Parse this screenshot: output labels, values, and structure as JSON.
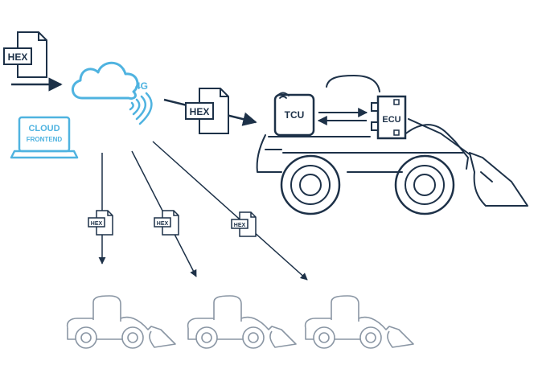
{
  "labels": {
    "hex_file": "HEX",
    "network": "4G",
    "cloud_frontend_line1": "CLOUD",
    "cloud_frontend_line2": "FRONTEND",
    "tcu": "TCU",
    "ecu": "ECU"
  },
  "colors": {
    "ink": "#1d3148",
    "accent": "#4fb3e0",
    "faint": "#8a96a4"
  },
  "icons": {
    "cloud": "cloud-icon",
    "laptop": "laptop-icon",
    "file": "hex-file-icon",
    "signal": "signal-waves-icon",
    "loader": "wheel-loader-icon"
  }
}
